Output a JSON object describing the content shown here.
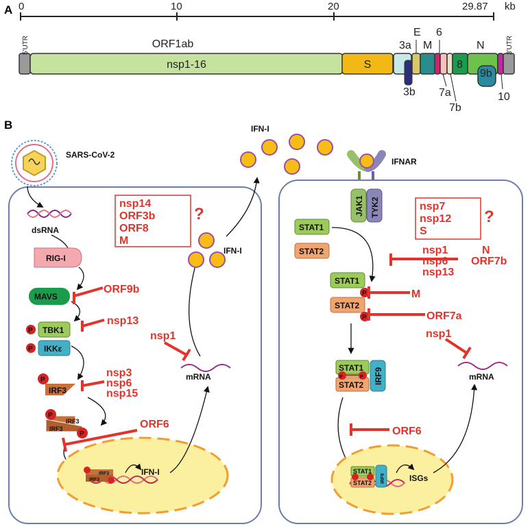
{
  "panel_a": {
    "letter": "A",
    "scale": {
      "start": "0",
      "t10": "10",
      "t20": "20",
      "end": "29.87",
      "unit": "kb"
    },
    "utr5": "5'UTR",
    "utr3": "3'UTR",
    "orf1ab": "ORF1ab",
    "nsp": "nsp1-16",
    "S": "S",
    "g3a": "3a",
    "E": "E",
    "M": "M",
    "g6": "6",
    "N": "N",
    "g8": "8",
    "g9b": "9b",
    "g3b": "3b",
    "g7a": "7a",
    "g7b": "7b",
    "g10": "10"
  },
  "panel_b": {
    "letter": "B",
    "virus": "SARS-CoV-2",
    "ifn_top": "IFN-I",
    "ifnar": "IFNAR",
    "left": {
      "dsrna": "dsRNA",
      "rigi": "RIG-I",
      "mavs": "MAVS",
      "tbk1": "TBK1",
      "ikke": "IKKε",
      "irf3": "IRF3",
      "irf3_dimer": "IRF3",
      "irf3_dimer2": "IRF3",
      "p": "P",
      "box": [
        "nsp14",
        "ORF3b",
        "ORF8",
        "M"
      ],
      "q": "?",
      "orf9b": "ORF9b",
      "nsp13": "nsp13",
      "group": [
        "nsp3",
        "nsp6",
        "nsp15"
      ],
      "orf6": "ORF6",
      "nsp1": "nsp1",
      "mrna": "mRNA",
      "ifn_out": "IFN-I",
      "ifn_nuc": "IFN-I",
      "nuc_irf3a": "IRF3",
      "nuc_irf3b": "IRF3"
    },
    "right": {
      "jak1": "JAK1",
      "tyk2": "TYK2",
      "stat1": "STAT1",
      "stat2": "STAT2",
      "box": [
        "nsp7",
        "nsp12",
        "S"
      ],
      "q": "?",
      "group": [
        "nsp1",
        "nsp6",
        "nsp13"
      ],
      "n": "N",
      "orf7b": "ORF7b",
      "m": "M",
      "orf7a": "ORF7a",
      "nsp1": "nsp1",
      "irf9": "IRF9",
      "mrna": "mRNA",
      "orf6": "ORF6",
      "isgs": "ISGs",
      "nuc_stat1": "STAT1",
      "nuc_stat2": "STAT2",
      "nuc_irf9": "IRF9"
    }
  },
  "colors": {
    "orf1ab": "#c5e29e",
    "s": "#f2b815",
    "n": "#6cc24a",
    "nucleus": "#fbf0a0",
    "nucleus_border": "#f39c30",
    "red": "#e4332b",
    "ifn": "#f7bd16",
    "ifn_border": "#9b4ea0",
    "mavs": "#1a9c4c",
    "rigi": "#f4a9ae",
    "irf3": "#c7703b",
    "stat1": "#9cca5b",
    "stat2": "#f0a470",
    "irf9": "#43b0c8",
    "cell_border": "#6a7ea8"
  }
}
